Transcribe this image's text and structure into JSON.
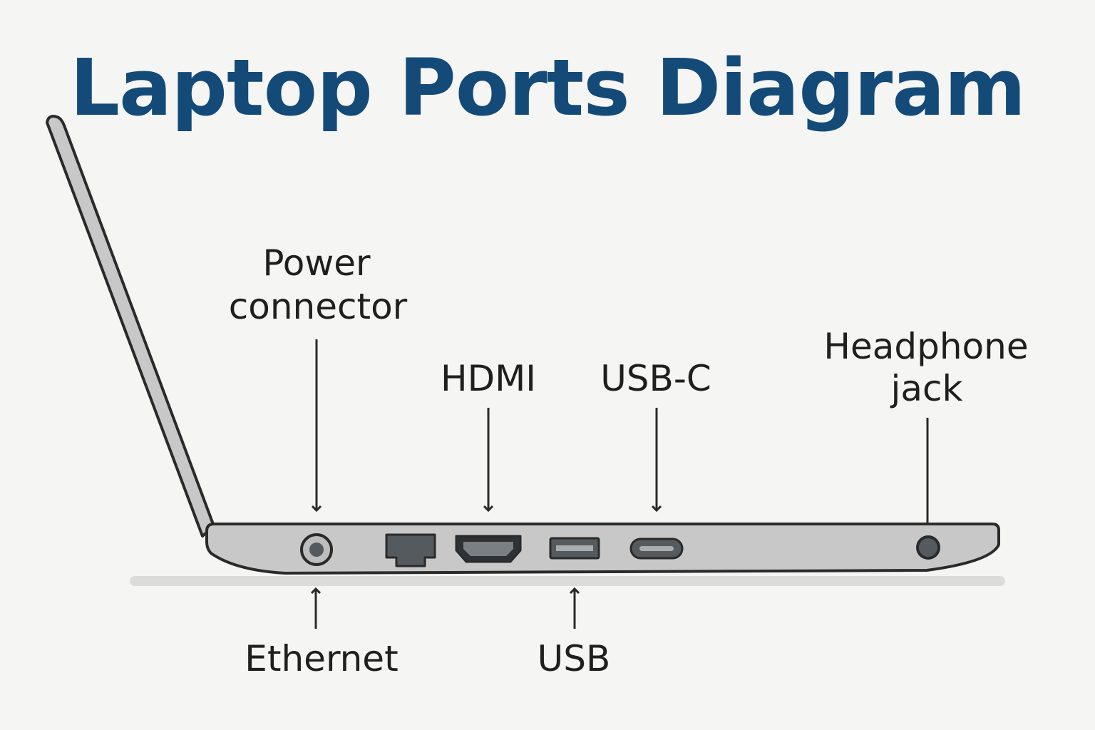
{
  "title": "Laptop Ports Diagram",
  "colors": {
    "title": "#134a78",
    "outline": "#2a2a2a",
    "laptop_body": "#c8c8c8",
    "port": "#555a5e",
    "shadow": "#dcdcda",
    "background": "#f5f5f3",
    "label": "#1f1f1f"
  },
  "labels": {
    "power": [
      "Power",
      "connector"
    ],
    "hdmi": "HDMI",
    "usbc": "USB-C",
    "headphone": [
      "Headphone",
      "jack"
    ],
    "ethernet": "Ethernet",
    "usb": "USB"
  }
}
